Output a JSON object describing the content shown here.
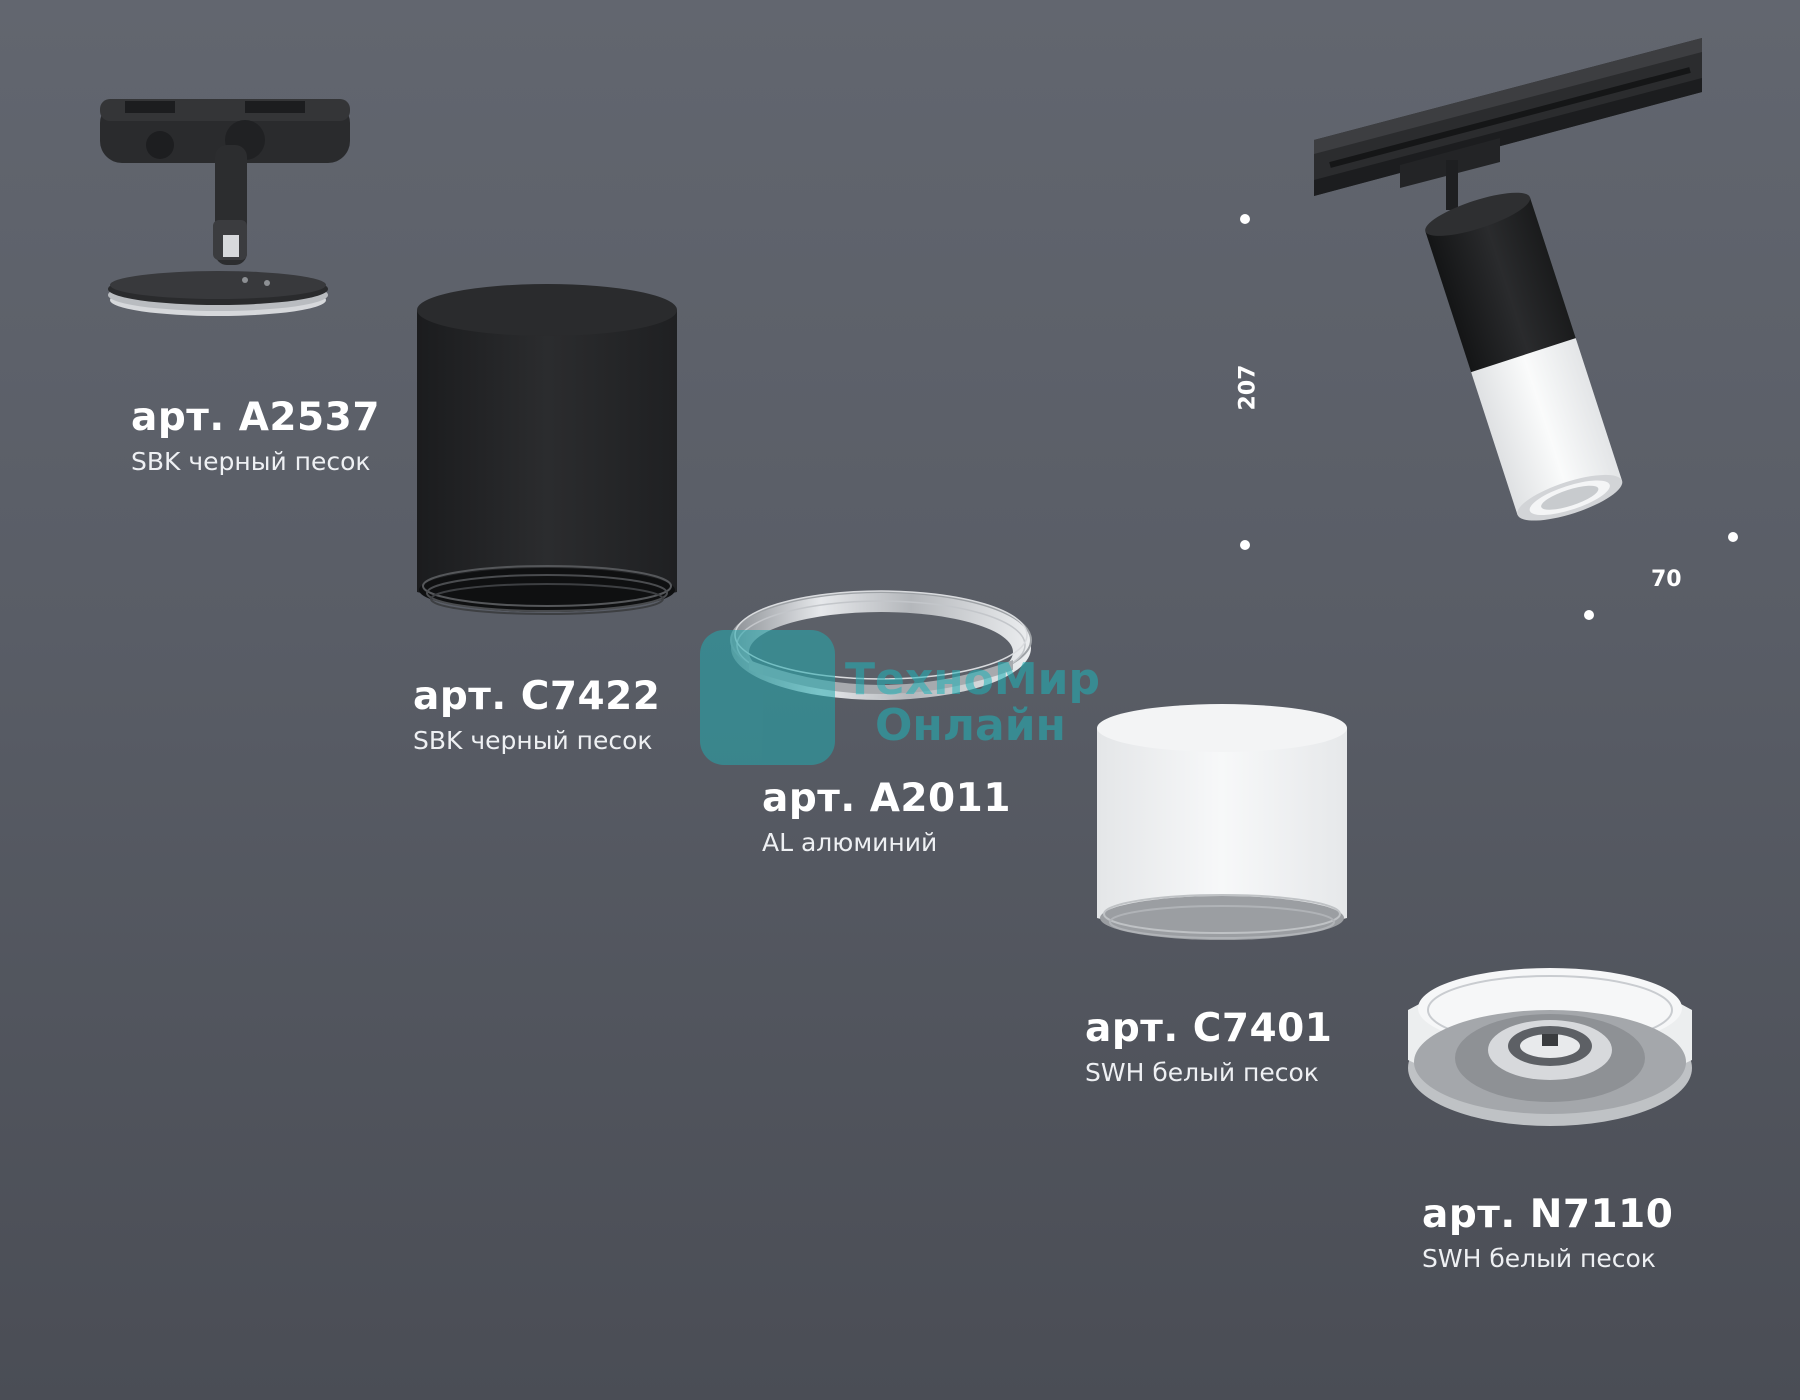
{
  "products": [
    {
      "art": "арт. A2537",
      "desc": "SBK черный песок"
    },
    {
      "art": "арт. C7422",
      "desc": "SBK черный песок"
    },
    {
      "art": "арт. A2011",
      "desc": "AL алюминий"
    },
    {
      "art": "арт. C7401",
      "desc": "SWH белый песок"
    },
    {
      "art": "арт. N7110",
      "desc": "SWH белый песок"
    }
  ],
  "dimensions": {
    "height": "207",
    "width": "70"
  },
  "watermark": {
    "line1": "ТехноМир",
    "line2": "Онлайн"
  },
  "colors": {
    "background": "#5b5f68",
    "black_finish": "#232426",
    "white_finish": "#f2f3f4",
    "aluminium": "#c9ccd0",
    "watermark": "#1fb3b8"
  }
}
